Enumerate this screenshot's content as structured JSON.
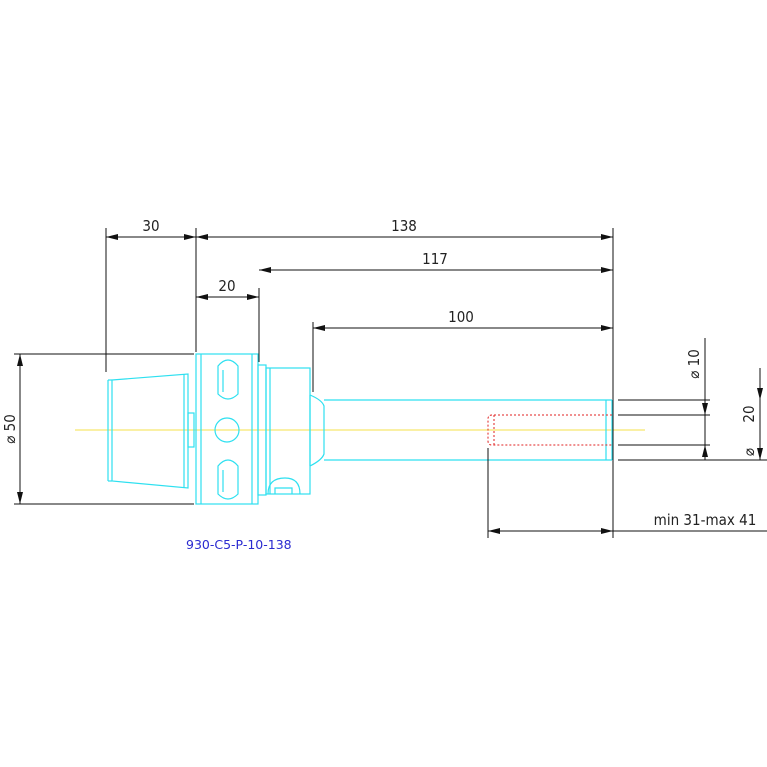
{
  "drawing": {
    "part_number": "930-C5-P-10-138",
    "dimensions": {
      "overall_length": "138",
      "length_117": "117",
      "length_100": "100",
      "flange_30": "30",
      "flange_20": "20",
      "diameter_50": "⌀ 50",
      "diameter_10": "⌀ 10",
      "diameter_20": "20",
      "diameter_symbol": "⌀",
      "clamping_range": "min 31-max 41"
    },
    "colors": {
      "outline": "#2ee0f0",
      "hidden_line": "#e02020",
      "centerline": "#f4e24a",
      "dimension": "#111111",
      "label": "#2a2ad0"
    }
  }
}
